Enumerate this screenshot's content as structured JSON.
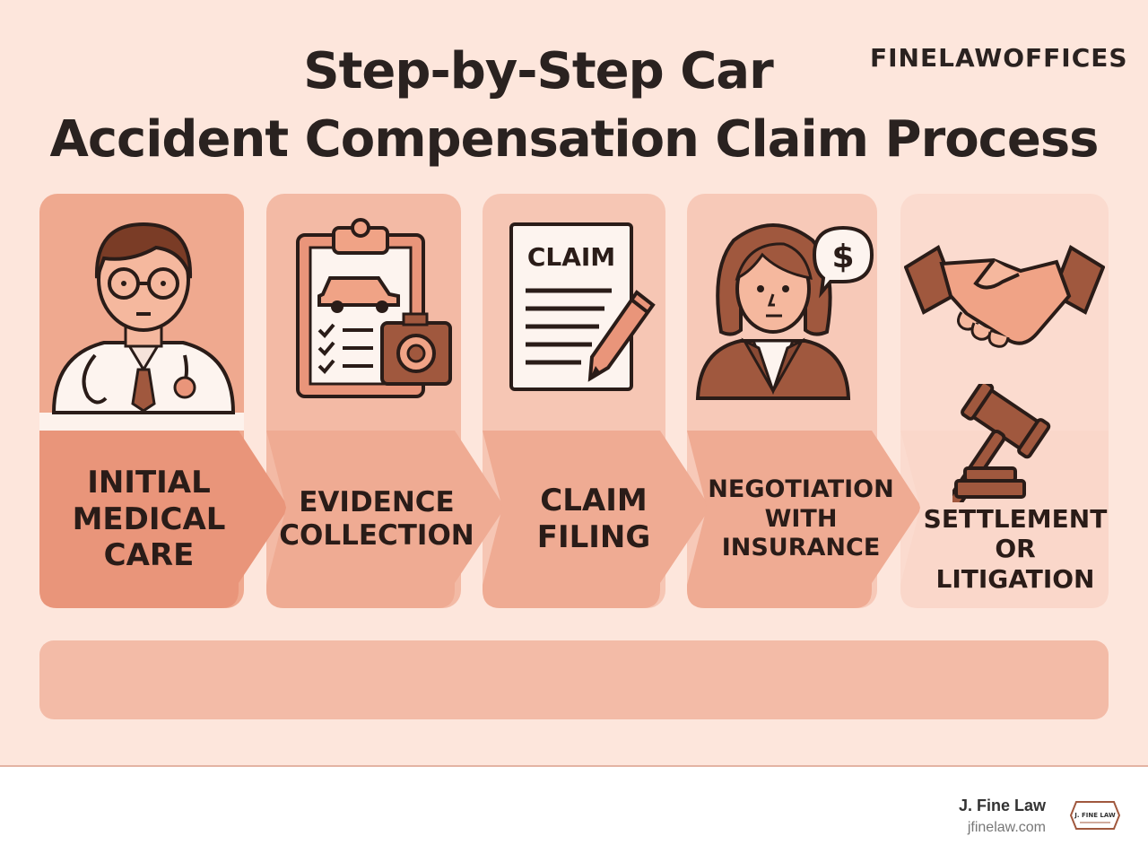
{
  "header": {
    "title_line1": "Step-by-Step Car",
    "title_line2": "Accident Compensation Claim Process",
    "brand": "FINELAWOFFICES"
  },
  "steps": [
    {
      "label": "INITIAL\nMEDICAL\nCARE",
      "icon": "doctor-icon"
    },
    {
      "label": "EVIDENCE\nCOLLECTION",
      "icon": "clipboard-camera-icon"
    },
    {
      "label": "CLAIM\nFILING",
      "icon": "claim-document-pen-icon",
      "document_text": "CLAIM"
    },
    {
      "label": "NEGOTIATION\nWITH\nINSURANCE",
      "icon": "negotiator-icon",
      "bubble_text": "$"
    },
    {
      "label": "SETTLEMENT\nOR LITIGATION",
      "icon": "handshake-gavel-icon"
    }
  ],
  "footer": {
    "firm_name": "J. Fine Law",
    "firm_url": "jfinelaw.com",
    "seal_text": "J. FINE LAW"
  },
  "colors": {
    "background": "#fde6dc",
    "card_dark": "#e9957a",
    "card_mid": "#efab93",
    "card_light": "#f6c4b2",
    "card_lighter": "#fad7ca",
    "ink": "#2a1c18",
    "icon_fill": "#f0a386",
    "icon_brown": "#a0583e"
  }
}
